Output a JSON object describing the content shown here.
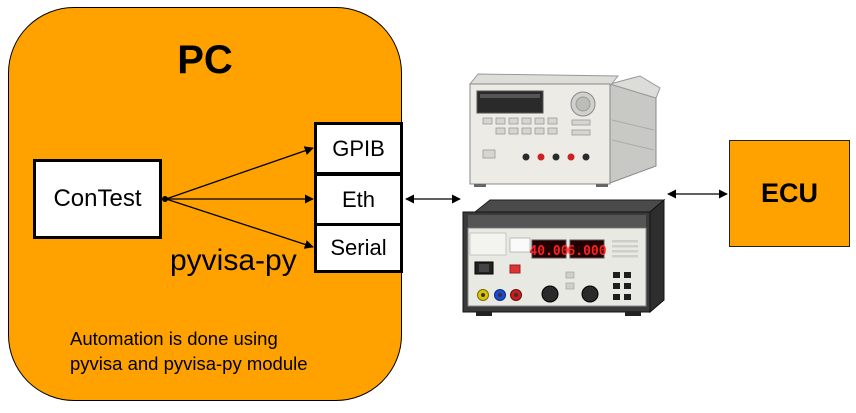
{
  "pc": {
    "title": "PC"
  },
  "contest": {
    "label": "ConTest"
  },
  "ports": {
    "gpib": "GPIB",
    "eth": "Eth",
    "serial": "Serial"
  },
  "library_label": "pyvisa-py",
  "note": {
    "line1": "Automation is done using",
    "line2": "pyvisa and pyvisa-py module"
  },
  "ecu": {
    "label": "ECU"
  },
  "psu2_display": {
    "voltage": "40.00",
    "current": "6.000"
  },
  "colors": {
    "orange": "#ffa200",
    "line": "#000000",
    "display_red": "#ff2020"
  },
  "icons": [
    "power-supply-1-image",
    "power-supply-2-image"
  ]
}
